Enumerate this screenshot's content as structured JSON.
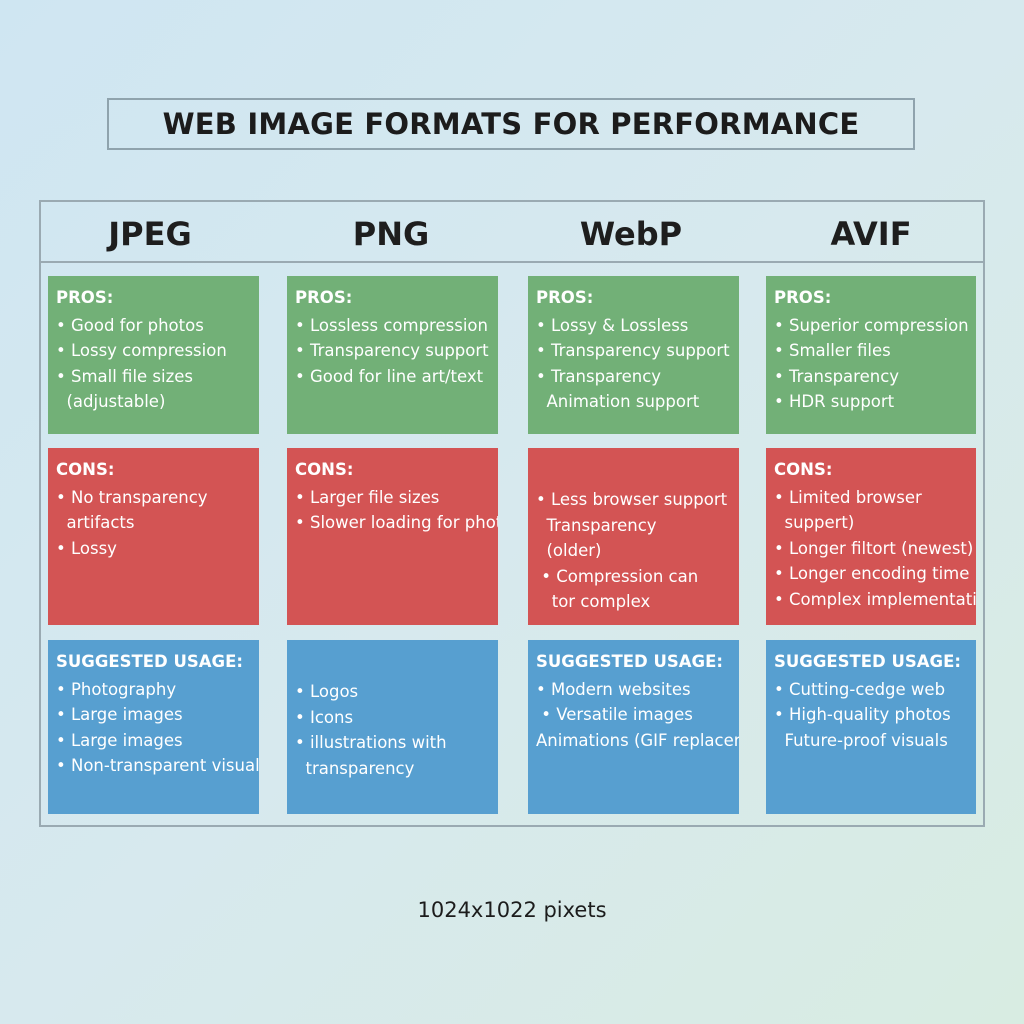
{
  "title": "WEB IMAGE FORMATS FOR PERFORMANCE",
  "columns": [
    {
      "name": "JPEG",
      "pros": {
        "label": "PROS:",
        "items": [
          "• Good for photos",
          "• Lossy compression",
          "• Small file sizes",
          "  (adjustable)"
        ]
      },
      "cons": {
        "label": "CONS:",
        "items": [
          "• No transparency",
          "  artifacts",
          "• Lossy"
        ]
      },
      "usage": {
        "label": "SUGGESTED USAGE:",
        "items": [
          "• Photography",
          "• Large images",
          "• Large images",
          "• Non-transparent visuals"
        ]
      }
    },
    {
      "name": "PNG",
      "pros": {
        "label": "PROS:",
        "items": [
          "• Lossless compression",
          "• Transparency support",
          "• Good for line art/text"
        ]
      },
      "cons": {
        "label": "CONS:",
        "items": [
          "• Larger file sizes",
          "• Slower loading for photos"
        ]
      },
      "usage": {
        "label": "",
        "items": [
          "• Logos",
          "• Icons",
          "• illustrations with",
          "  transparency"
        ]
      }
    },
    {
      "name": "WebP",
      "pros": {
        "label": "PROS:",
        "items": [
          "• Lossy & Lossless",
          "• Transparency support",
          "• Transparency",
          "  Animation support"
        ]
      },
      "cons": {
        "label": "",
        "items": [
          "• Less browser support",
          "  Transparency",
          "  (older)",
          " • Compression can",
          "   tor complex"
        ]
      },
      "usage": {
        "label": "SUGGESTED USAGE:",
        "items": [
          "• Modern websites",
          " • Versatile images",
          "Animations (GIF replacemen)"
        ]
      }
    },
    {
      "name": "AVIF",
      "pros": {
        "label": "PROS:",
        "items": [
          "• Superior compression",
          "• Smaller files",
          "• Transparency",
          "• HDR support"
        ]
      },
      "cons": {
        "label": "CONS:",
        "items": [
          "• Limited browser",
          "  suppert)",
          "• Longer filtort (newest)",
          "• Longer encoding time",
          "• Complex implementation"
        ]
      },
      "usage": {
        "label": "SUGGESTED USAGE:",
        "items": [
          "• Cutting-cedge web",
          "• High-quality photos",
          "  Future-proof visuals"
        ]
      }
    }
  ],
  "footer": "1024x1022 pixets",
  "colors": {
    "pros": "#72b077",
    "cons": "#d35454",
    "usage": "#579fd0"
  }
}
